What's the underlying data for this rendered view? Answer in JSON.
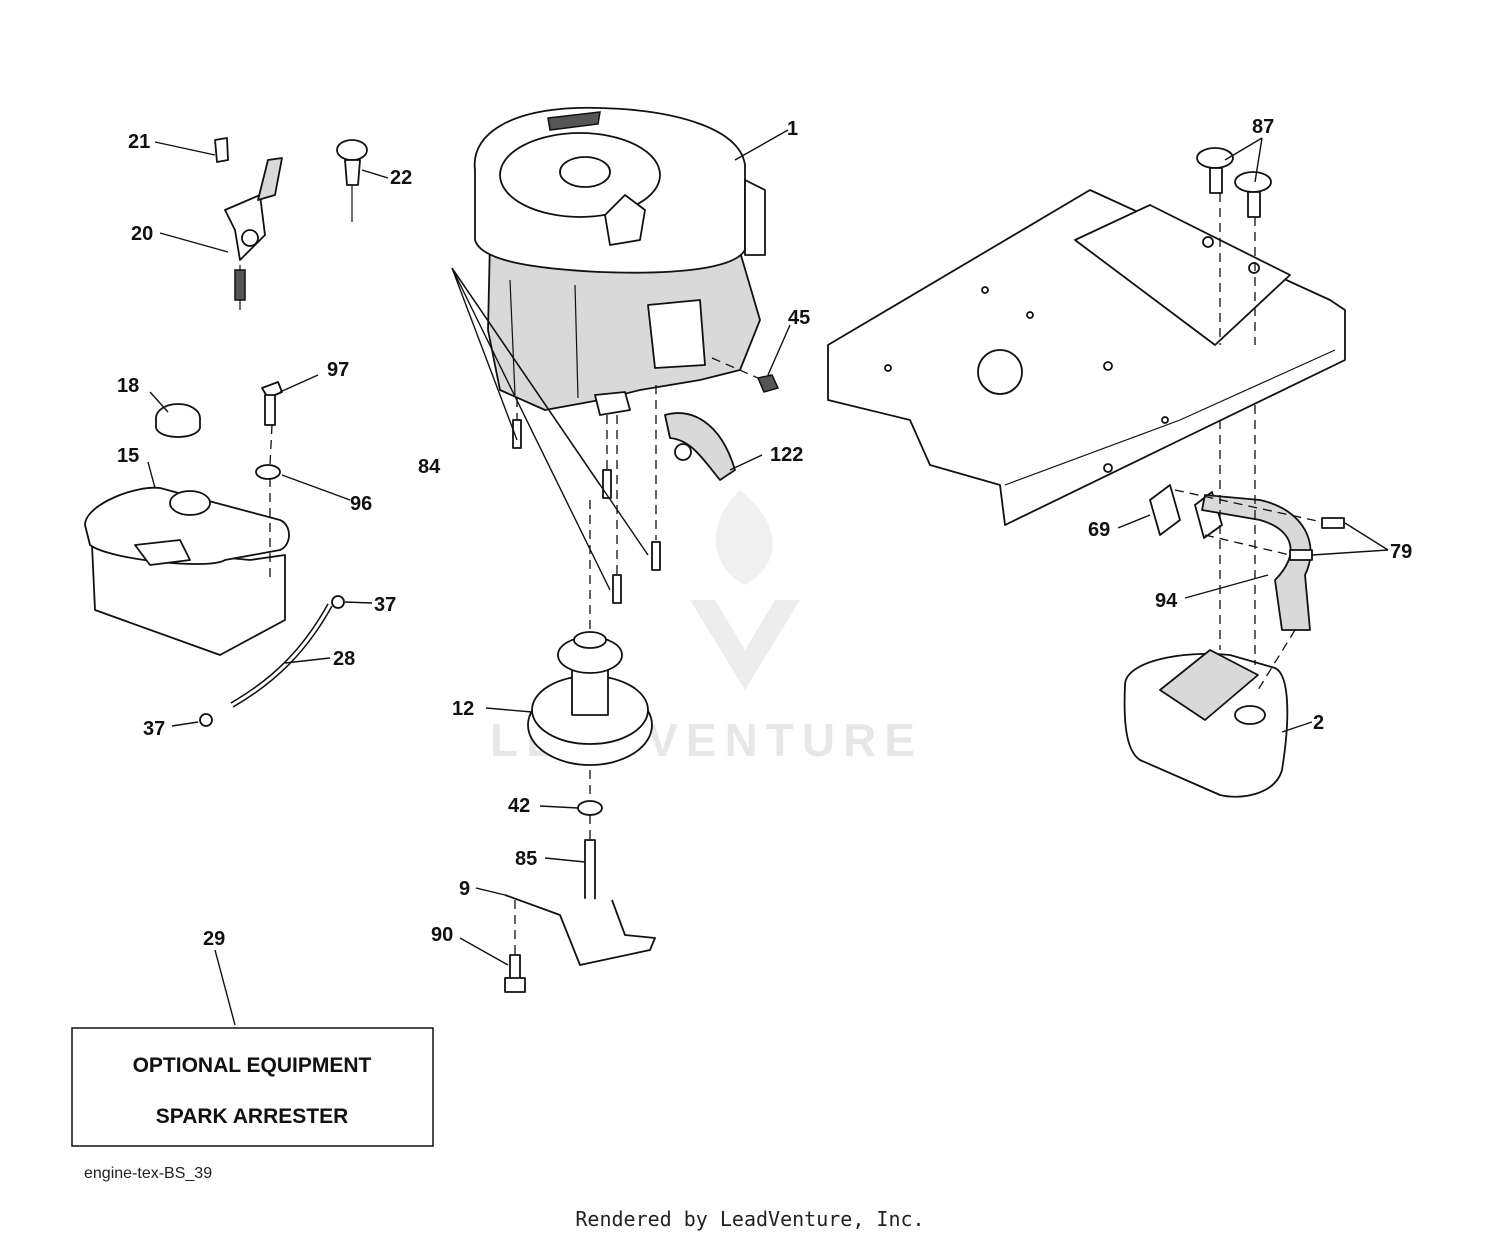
{
  "callouts": [
    "1",
    "2",
    "9",
    "12",
    "15",
    "18",
    "20",
    "21",
    "22",
    "28",
    "29",
    "37",
    "37",
    "42",
    "45",
    "69",
    "79",
    "84",
    "85",
    "87",
    "90",
    "94",
    "96",
    "97",
    "122"
  ],
  "optional_box": {
    "line1": "OPTIONAL EQUIPMENT",
    "line2": "SPARK ARRESTER"
  },
  "diagram_code": "engine-tex-BS_39",
  "render_credit": "Rendered by LeadVenture, Inc.",
  "watermark": "LEADVENTURE",
  "colors": {
    "ink": "#111111",
    "part_fill": "#d9d9d9",
    "background": "#ffffff"
  }
}
